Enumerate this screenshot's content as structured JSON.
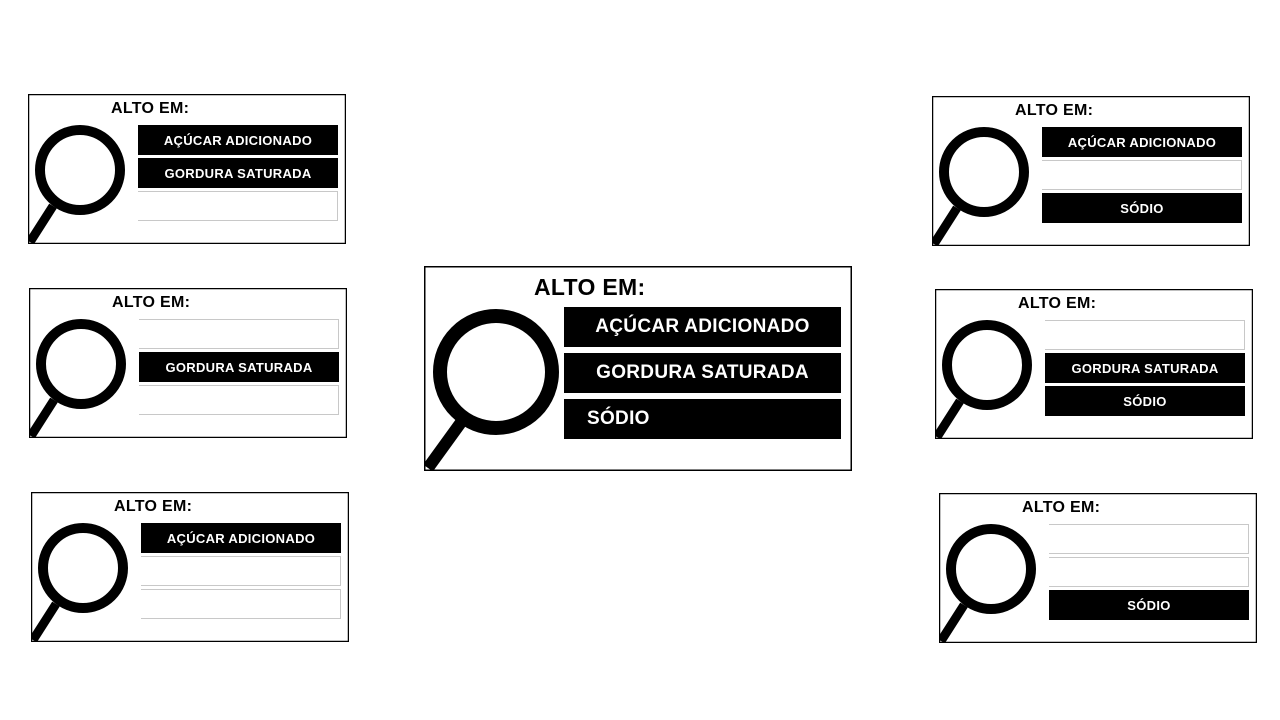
{
  "labels": [
    {
      "id": "label-top-left",
      "title": "ALTO EM:",
      "rows": [
        {
          "text": "AÇÚCAR ADICIONADO",
          "filled": true
        },
        {
          "text": "GORDURA SATURADA",
          "filled": true
        },
        {
          "text": "",
          "filled": false
        }
      ]
    },
    {
      "id": "label-middle-left",
      "title": "ALTO EM:",
      "rows": [
        {
          "text": "",
          "filled": false
        },
        {
          "text": "GORDURA SATURADA",
          "filled": true
        },
        {
          "text": "",
          "filled": false
        }
      ]
    },
    {
      "id": "label-bottom-left",
      "title": "ALTO EM:",
      "rows": [
        {
          "text": "AÇÚCAR ADICIONADO",
          "filled": true
        },
        {
          "text": "",
          "filled": false
        },
        {
          "text": "",
          "filled": false
        }
      ]
    },
    {
      "id": "label-center",
      "title": "ALTO EM:",
      "rows": [
        {
          "text": "AÇÚCAR ADICIONADO",
          "filled": true
        },
        {
          "text": "GORDURA SATURADA",
          "filled": true
        },
        {
          "text": "SÓDIO",
          "filled": true
        }
      ]
    },
    {
      "id": "label-top-right",
      "title": "ALTO EM:",
      "rows": [
        {
          "text": "AÇÚCAR ADICIONADO",
          "filled": true
        },
        {
          "text": "",
          "filled": false
        },
        {
          "text": "SÓDIO",
          "filled": true
        }
      ]
    },
    {
      "id": "label-middle-right",
      "title": "ALTO EM:",
      "rows": [
        {
          "text": "",
          "filled": false
        },
        {
          "text": "GORDURA SATURADA",
          "filled": true
        },
        {
          "text": "SÓDIO",
          "filled": true
        }
      ]
    },
    {
      "id": "label-bottom-right",
      "title": "ALTO EM:",
      "rows": [
        {
          "text": "",
          "filled": false
        },
        {
          "text": "",
          "filled": false
        },
        {
          "text": "SÓDIO",
          "filled": true
        }
      ]
    }
  ],
  "colors": {
    "ink": "#000000",
    "paper": "#ffffff",
    "empty_row_border": "#c8c8c8"
  },
  "icon": "magnifying-glass-icon"
}
